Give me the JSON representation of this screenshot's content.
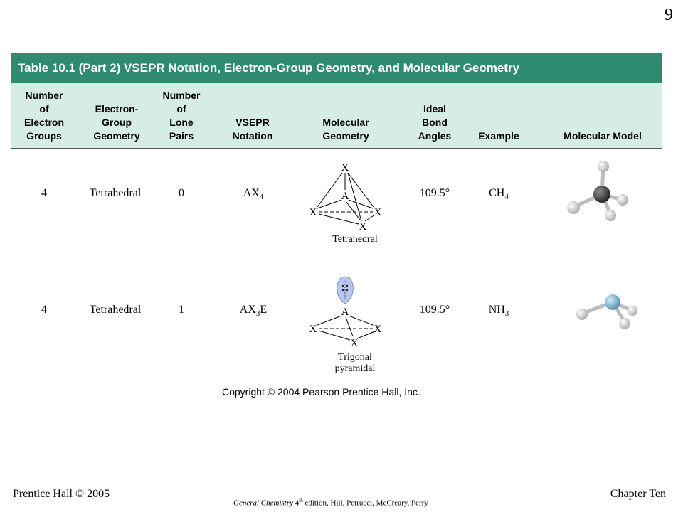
{
  "page_number": "9",
  "table": {
    "title": "Table 10.1 (Part 2)   VSEPR Notation, Electron-Group Geometry, and Molecular Geometry",
    "headers": [
      "Number\nof\nElectron\nGroups",
      "Electron-\nGroup\nGeometry",
      "Number\nof\nLone\nPairs",
      "VSEPR\nNotation",
      "Molecular\nGeometry",
      "Ideal\nBond\nAngles",
      "Example",
      "Molecular Model"
    ],
    "rows": [
      {
        "groups": "4",
        "geometry": "Tetrahedral",
        "lone_pairs": "0",
        "notation_main": "AX",
        "notation_sub": "4",
        "notation_tail": "",
        "molecular_geometry": "Tetrahedral",
        "angle": "109.5°",
        "example_main": "CH",
        "example_sub": "4"
      },
      {
        "groups": "4",
        "geometry": "Tetrahedral",
        "lone_pairs": "1",
        "notation_main": "AX",
        "notation_sub": "3",
        "notation_tail": "E",
        "molecular_geometry": "Trigonal\npyramidal",
        "angle": "109.5°",
        "example_main": "NH",
        "example_sub": "3"
      }
    ],
    "diagram_labels": {
      "center": "A",
      "ligand": "X"
    }
  },
  "copyright": "Copyright © 2004 Pearson Prentice Hall, Inc.",
  "footer": {
    "left": "Prentice Hall © 2005",
    "right": "Chapter Ten",
    "center_title": "General Chemistry",
    "center_edition_num": "4",
    "center_edition_sup": "th",
    "center_rest": " edition, Hill, Petrucci, McCreary, Perry"
  },
  "colors": {
    "title_bar": "#2e8b70",
    "header_bg": "#d6ede3",
    "carbon": "#444444",
    "nitrogen": "#7fb3d0",
    "hydrogen": "#d9d9d9",
    "lone_pair": "#b7c6ec"
  }
}
